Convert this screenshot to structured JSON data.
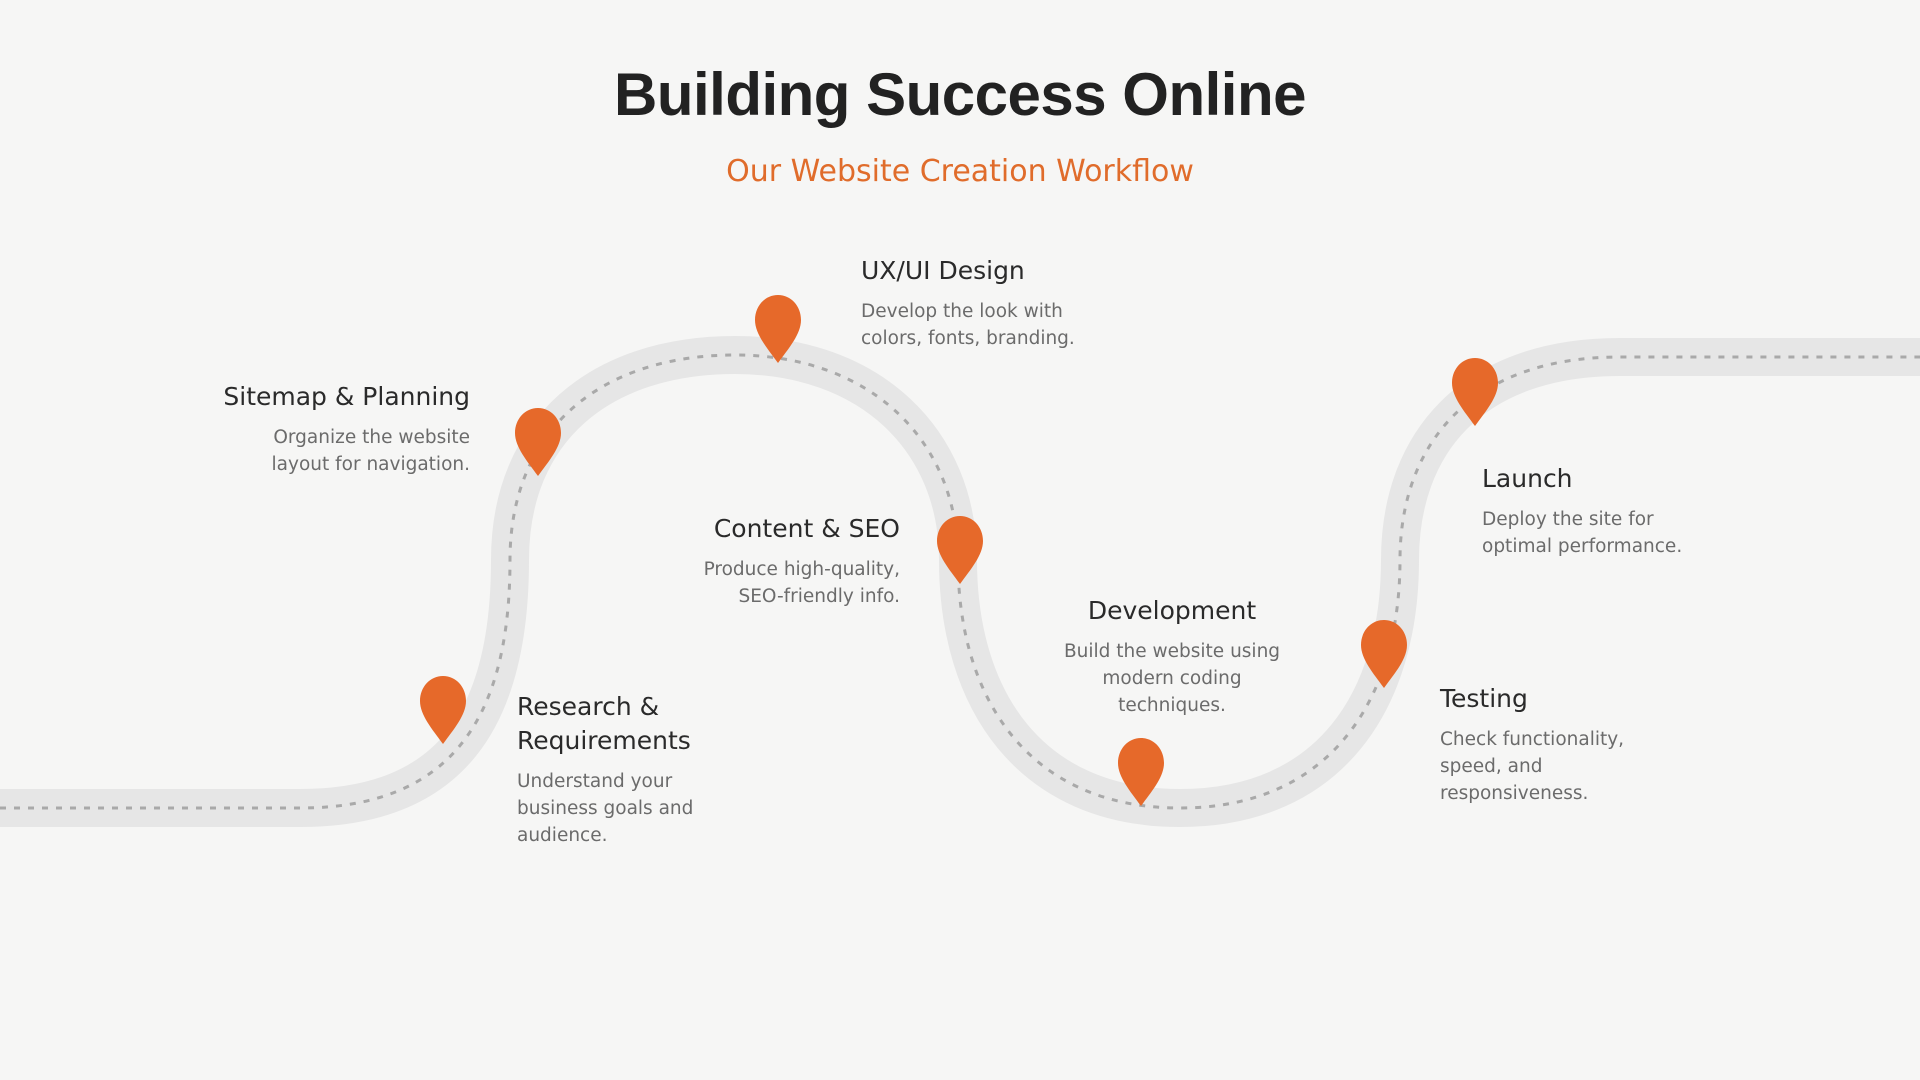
{
  "header": {
    "title": "Building Success Online",
    "subtitle": "Our Website Creation Workflow"
  },
  "colors": {
    "accent": "#e6692a",
    "road": "#e6e6e6",
    "dash": "#a9a9a9",
    "background": "#f6f6f5"
  },
  "steps": [
    {
      "title": "Research &\nRequirements",
      "description": "Understand your\nbusiness goals and\naudience."
    },
    {
      "title": "Sitemap & Planning",
      "description": "Organize the website\nlayout for navigation."
    },
    {
      "title": "UX/UI Design",
      "description": "Develop the look with\ncolors, fonts, branding."
    },
    {
      "title": "Content & SEO",
      "description": "Produce high-quality,\nSEO-friendly info."
    },
    {
      "title": "Development",
      "description": "Build the website using\nmodern coding\ntechniques."
    },
    {
      "title": "Testing",
      "description": "Check functionality,\nspeed, and\nresponsiveness."
    },
    {
      "title": "Launch",
      "description": "Deploy the site for\noptimal performance."
    }
  ]
}
